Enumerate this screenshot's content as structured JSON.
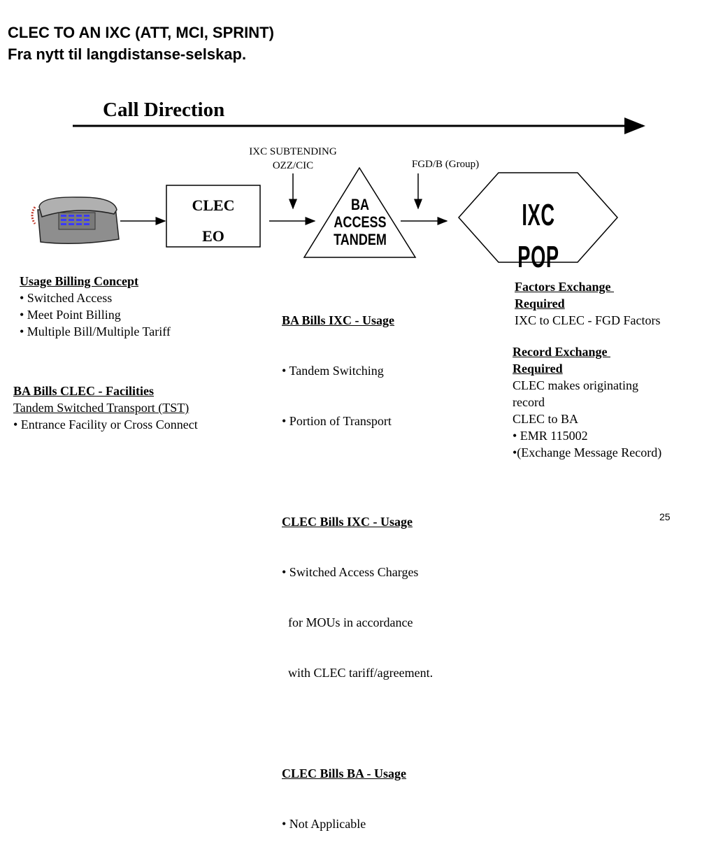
{
  "header": {
    "title_line1": "CLEC TO AN IXC (ATT, MCI, SPRINT)",
    "title_line2": "Fra nytt til langdistanse-selskap."
  },
  "diagram": {
    "call_direction": "Call Direction",
    "ixc_subtending_line1": "IXC SUBTENDING",
    "ixc_subtending_line2": "OZZ/CIC",
    "fgd_label": "FGD/B (Group)",
    "clec_line1": "CLEC",
    "clec_line2": "EO",
    "tandem_line1": "BA",
    "tandem_line2": "ACCESS",
    "tandem_line3": "TANDEM",
    "pop_label": "IXC POP",
    "phone_icon": "telephone-icon"
  },
  "left_col": {
    "usage_title": "Usage Billing Concept",
    "usage_items": [
      "• Switched Access",
      "• Meet Point Billing",
      "• Multiple Bill/Multiple Tariff"
    ],
    "facilities_title": "BA Bills CLEC - Facilities",
    "facilities_sub": "Tandem Switched Transport (TST)",
    "facilities_item": "• Entrance Facility or Cross Connect"
  },
  "mid_col": {
    "ba_bills_title": "BA Bills IXC - Usage",
    "ba_bills_items": [
      "• Tandem Switching",
      "• Portion of Transport"
    ],
    "clec_bills_title": "CLEC Bills IXC - Usage",
    "clec_bills_items": [
      "• Switched Access Charges",
      "  for MOUs in accordance",
      "  with CLEC tariff/agreement."
    ],
    "clec_ba_title": "CLEC Bills BA - Usage",
    "clec_ba_item": "• Not Applicable"
  },
  "right_col": {
    "factors_title_1": "Factors Exchange ",
    "factors_title_2": "Required",
    "factors_text": "IXC to CLEC - FGD Factors",
    "record_title_1": "Record Exchange ",
    "record_title_2": "Required",
    "record_lines": [
      "CLEC makes originating",
      "record",
      "CLEC to BA",
      "• EMR 115002",
      "•(Exchange Message Record)"
    ]
  },
  "footer": {
    "page_number": "25"
  },
  "colors": {
    "keypad": "#3a3aff",
    "cord": "#c0392b",
    "phone_body": "#9a9a9a"
  }
}
